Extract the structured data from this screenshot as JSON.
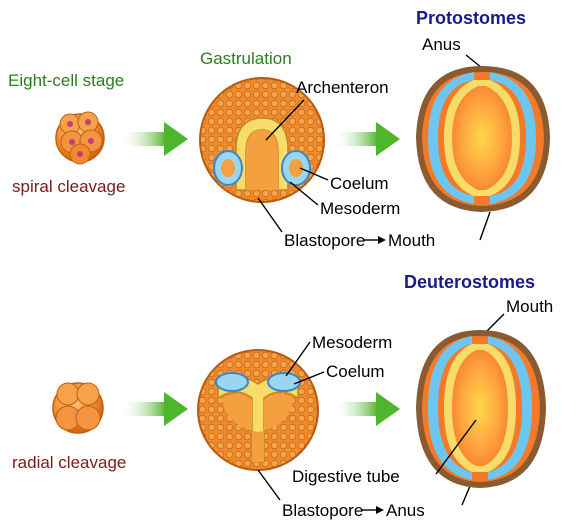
{
  "colors": {
    "embryo_orange": "#f08a2a",
    "membrane_yellow": "#f7dc6a",
    "mesoderm_blue": "#5fb9e6",
    "arrow_green": "#5cbf3a",
    "protostome_heading": "#1a1a8c",
    "stage_green": "#2e7d1e",
    "cleavage_maroon": "#7a1a1a"
  },
  "top": {
    "stage_label": "Eight-cell stage",
    "cleavage_label": "spiral cleavage",
    "gastrulation_label": "Gastrulation",
    "archenteron_label": "Archenteron",
    "coelum_label": "Coelum",
    "mesoderm_label": "Mesoderm",
    "blastopore_label": "Blastopore",
    "fate_label": "Mouth",
    "group_title": "Protostomes",
    "opening_label": "Anus"
  },
  "bottom": {
    "cleavage_label": "radial cleavage",
    "mesoderm_label": "Mesoderm",
    "coelum_label": "Coelum",
    "group_title": "Deuterostomes",
    "opening_label": "Mouth",
    "digestive_label": "Digestive tube",
    "blastopore_label": "Blastopore",
    "fate_label": "Anus"
  }
}
